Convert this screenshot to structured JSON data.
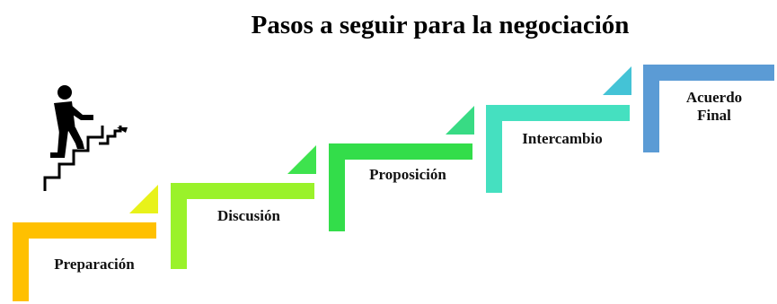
{
  "title": "Pasos a seguir para la negociación",
  "icon": "person-climbing-stairs-icon",
  "steps": [
    {
      "label": "Preparación",
      "color": "#FFC000",
      "tri_color": "#E8F21A"
    },
    {
      "label": "Discusión",
      "color": "#9AF22A",
      "tri_color": "#3EE34E"
    },
    {
      "label": "Proposición",
      "color": "#33DD4A",
      "tri_color": "#38DB84"
    },
    {
      "label": "Intercambio",
      "color": "#45E0C0",
      "tri_color": "#44C3D6"
    },
    {
      "label": "Acuerdo Final",
      "label_lines": [
        "Acuerdo",
        "Final"
      ],
      "color": "#5B9BD5"
    }
  ]
}
